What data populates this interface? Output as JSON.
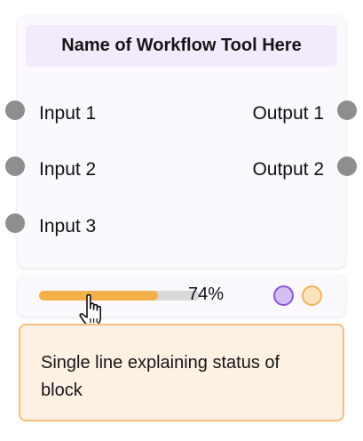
{
  "node": {
    "title": "Name of Workflow Tool Here",
    "inputs": [
      "Input 1",
      "Input 2",
      "Input 3"
    ],
    "outputs": [
      "Output 1",
      "Output 2"
    ]
  },
  "progress": {
    "percent": 74,
    "label": "74%"
  },
  "status_indicators": [
    {
      "name": "purple",
      "fill": "#d4bff5",
      "stroke": "#8a55e0"
    },
    {
      "name": "orange",
      "fill": "#fde2bb",
      "stroke": "#f2b35f"
    }
  ],
  "status": {
    "message": "Single line explaining status of block"
  },
  "colors": {
    "header_bg": "#f3eafc",
    "progress_fill": "#f4b04a",
    "status_bg": "#fdf1e4",
    "status_border": "#f5c07b"
  },
  "icons": {
    "cursor": "hand-pointer-icon"
  }
}
